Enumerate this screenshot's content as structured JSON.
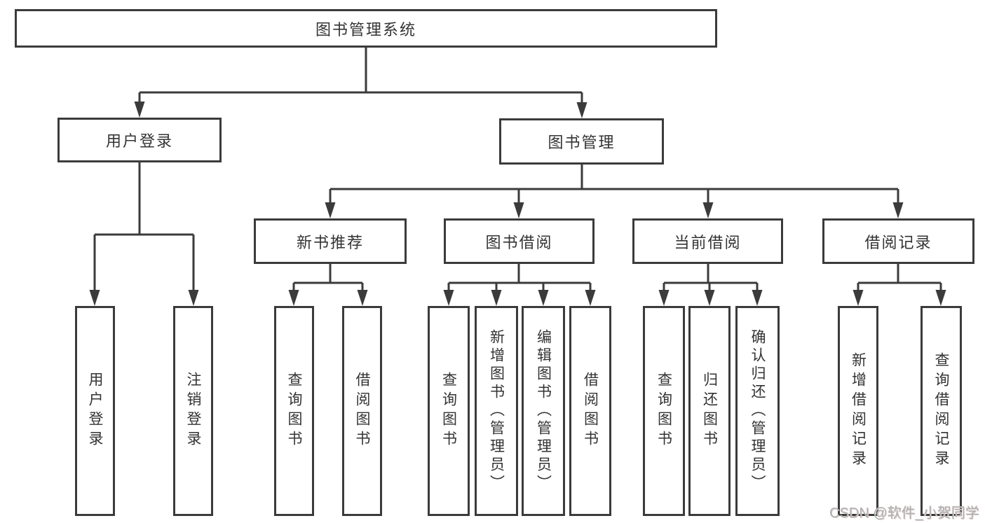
{
  "diagram": {
    "root": {
      "label": "图书管理系统"
    },
    "branches": [
      {
        "label": "用户登录",
        "children": [
          {
            "label": "用户登录"
          },
          {
            "label": "注销登录"
          }
        ]
      },
      {
        "label": "图书管理",
        "children": [
          {
            "label": "新书推荐",
            "children": [
              {
                "label": "查询图书"
              },
              {
                "label": "借阅图书"
              }
            ]
          },
          {
            "label": "图书借阅",
            "children": [
              {
                "label": "查询图书"
              },
              {
                "label": "新增图书（管理员）"
              },
              {
                "label": "编辑图书（管理员）"
              },
              {
                "label": "借阅图书"
              }
            ]
          },
          {
            "label": "当前借阅",
            "children": [
              {
                "label": "查询图书"
              },
              {
                "label": "归还图书"
              },
              {
                "label": "确认归还（管理员）"
              }
            ]
          },
          {
            "label": "借阅记录",
            "children": [
              {
                "label": "新增借阅记录"
              },
              {
                "label": "查询借阅记录"
              }
            ]
          }
        ]
      }
    ]
  },
  "watermark": {
    "text": "CSDN @软件_小贺同学"
  },
  "colors": {
    "line": "#3b3b3b",
    "text": "#333333",
    "watermark": "#b0b0b0",
    "background": "#ffffff"
  }
}
